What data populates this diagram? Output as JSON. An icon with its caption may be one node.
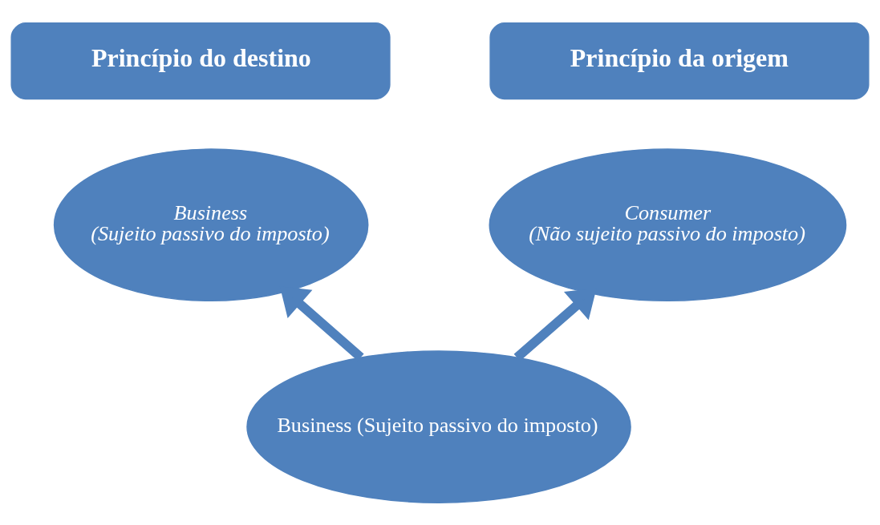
{
  "diagram": {
    "nodes": [
      {
        "text": [
          "Princípio do destino"
        ]
      },
      {
        "text": [
          "Princípio da origem"
        ]
      },
      {
        "text": [
          "Business",
          "(Sujeito passivo do imposto)"
        ]
      },
      {
        "text": [
          "Consumer",
          "(Não sujeito passivo do imposto)"
        ]
      },
      {
        "text": [
          "Business (Sujeito passivo do imposto)"
        ]
      }
    ],
    "edges": [
      {
        "from": 4,
        "to": 2,
        "arrow": "to"
      },
      {
        "from": 4,
        "to": 3,
        "arrow": "to"
      }
    ]
  }
}
